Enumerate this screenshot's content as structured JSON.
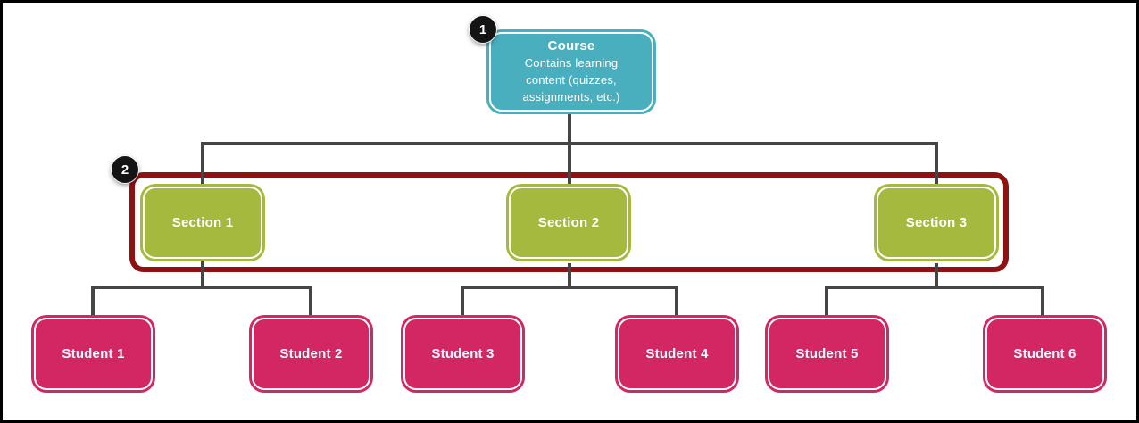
{
  "colors": {
    "background": "#ffffff",
    "frame": "#000000",
    "course": "#49afbf",
    "section": "#a6b93f",
    "student": "#d22762",
    "group_outline": "#8e1212",
    "connector": "#454545",
    "badge_bg": "#141414",
    "badge_text": "#ffffff",
    "box_text": "#ffffff"
  },
  "annotations": {
    "badge_1": "1",
    "badge_2": "2"
  },
  "course": {
    "title": "Course",
    "description": "Contains learning content (quizzes, assignments, etc.)"
  },
  "sections": [
    {
      "label": "Section 1"
    },
    {
      "label": "Section 2"
    },
    {
      "label": "Section 3"
    }
  ],
  "students": [
    {
      "label": "Student 1"
    },
    {
      "label": "Student 2"
    },
    {
      "label": "Student 3"
    },
    {
      "label": "Student 4"
    },
    {
      "label": "Student 5"
    },
    {
      "label": "Student 6"
    }
  ]
}
